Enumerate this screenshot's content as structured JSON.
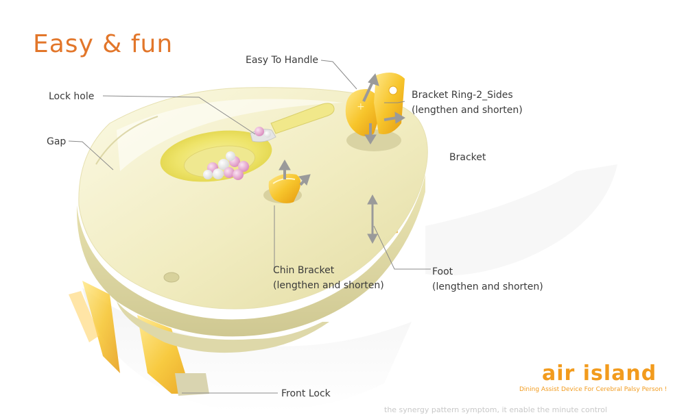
{
  "title": "Easy & fun",
  "labels": {
    "easy_to_handle": "Easy To Handle",
    "lock_hole": "Lock hole",
    "gap": "Gap",
    "bracket_ring_line1": "Bracket Ring-2_Sides",
    "bracket_ring_line2": "(lengthen and shorten)",
    "bracket": "Bracket",
    "chin_bracket_line1": "Chin Bracket",
    "chin_bracket_line2": "(lengthen and shorten)",
    "foot_line1": "Foot",
    "foot_line2": "(lengthen and shorten)",
    "front_lock": "Front Lock"
  },
  "brand": {
    "name": "air island",
    "tagline": "Dining Assist Device For Cerebral Palsy Person !",
    "footer_text": "the synergy pattern symptom, it enable the minute control"
  },
  "colors": {
    "title": "#e2762a",
    "brand": "#f29b1d",
    "tray": "#f3efc6",
    "tray_shadow": "#d9d3a2",
    "yellow_part": "#f6d43a",
    "bead_pink": "#e8a9cf",
    "label_text": "#3a3a3a",
    "leader_line": "#8a8a8a"
  }
}
